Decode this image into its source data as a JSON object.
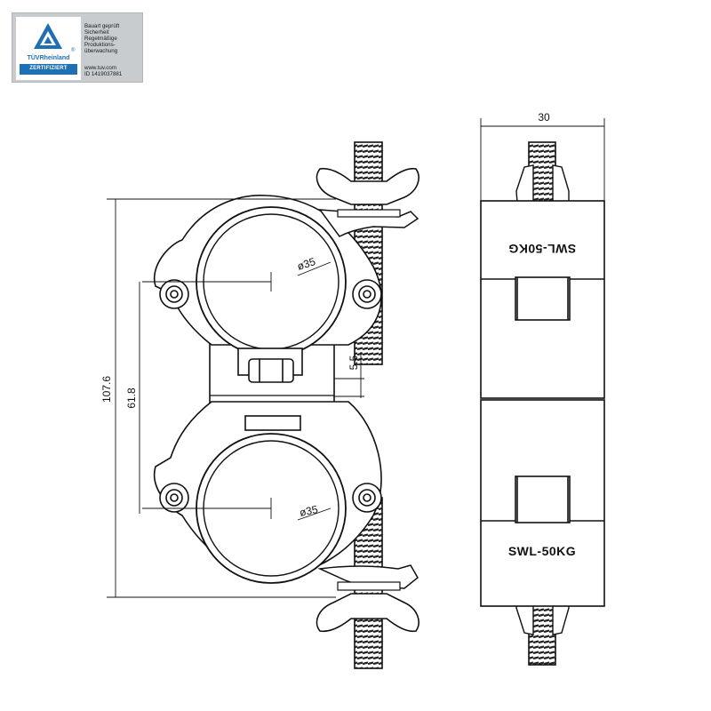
{
  "badge": {
    "logo_text": "TÜVRheinland",
    "registered": "®",
    "certified": "ZERTIFIZIERT",
    "lines": [
      "Bauart geprüft",
      "Sicherheit",
      "Regelmäßige",
      "Produktions-",
      "überwachung"
    ],
    "url": "www.tuv.com",
    "id": "ID 1419037881",
    "brand_color": "#1f6fb3"
  },
  "drawing": {
    "dim_height": "107.6",
    "dim_center_distance": "61.8",
    "dim_gap": "5.5",
    "dim_width": "30",
    "diameter_top": "ø35",
    "diameter_bottom": "ø35",
    "swl_top": "SWL-50KG",
    "swl_bottom": "SWL-50KG"
  }
}
